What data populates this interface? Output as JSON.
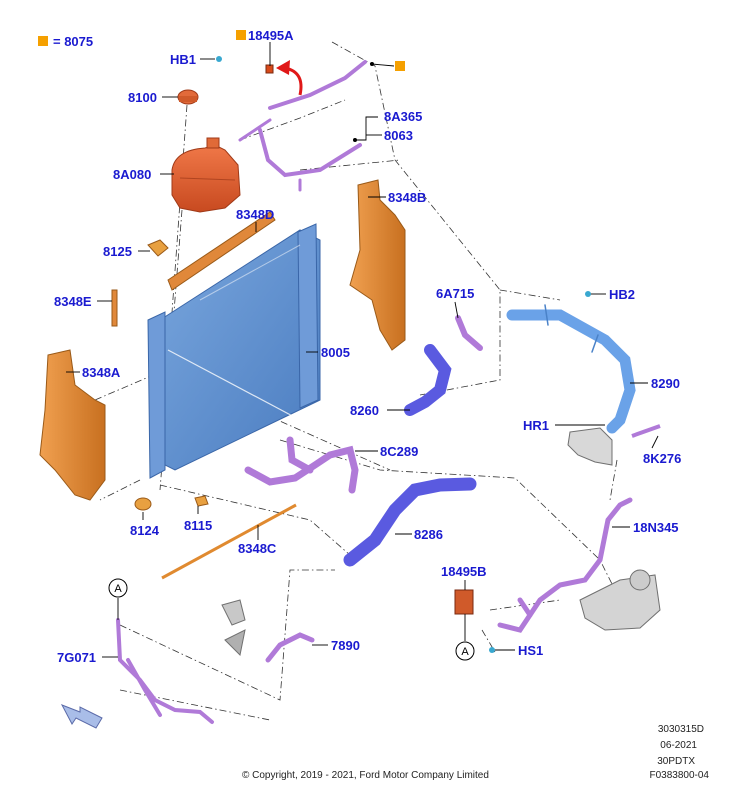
{
  "legend": {
    "symbol_color": "#f5a000",
    "text": "= 8075"
  },
  "labels": {
    "p18495A": "18495A",
    "pHB1": "HB1",
    "p8100": "8100",
    "p8A365": "8A365",
    "p8063": "8063",
    "p8A080": "8A080",
    "p8348B": "8348B",
    "p8348D": "8348D",
    "p8125": "8125",
    "p6A715": "6A715",
    "pHB2": "HB2",
    "p8348E": "8348E",
    "p8005": "8005",
    "p8348A": "8348A",
    "p8290": "8290",
    "p8260": "8260",
    "pHR1": "HR1",
    "p8C289": "8C289",
    "p8K276": "8K276",
    "p8124": "8124",
    "p8115": "8115",
    "p8286": "8286",
    "p18N345": "18N345",
    "p8348C": "8348C",
    "p18495B": "18495B",
    "p7G071": "7G071",
    "p7890": "7890",
    "pHS1": "HS1",
    "markerA1": "A",
    "markerA2": "A"
  },
  "footer": {
    "code1": "3030315D",
    "date": "06-2021",
    "model": "30PDTX",
    "copyright": "© Copyright, 2019 - 2021, Ford Motor Company Limited",
    "figure": "F0383800-04"
  },
  "colors": {
    "label": "#1a1ad0",
    "radiator": "#5b8fd0",
    "tank": "#e0612f",
    "shroud": "#e08a30",
    "hose_purple": "#b07ad8",
    "hose_blue": "#5a5ae0",
    "hose_lightblue": "#6aa2e8"
  }
}
